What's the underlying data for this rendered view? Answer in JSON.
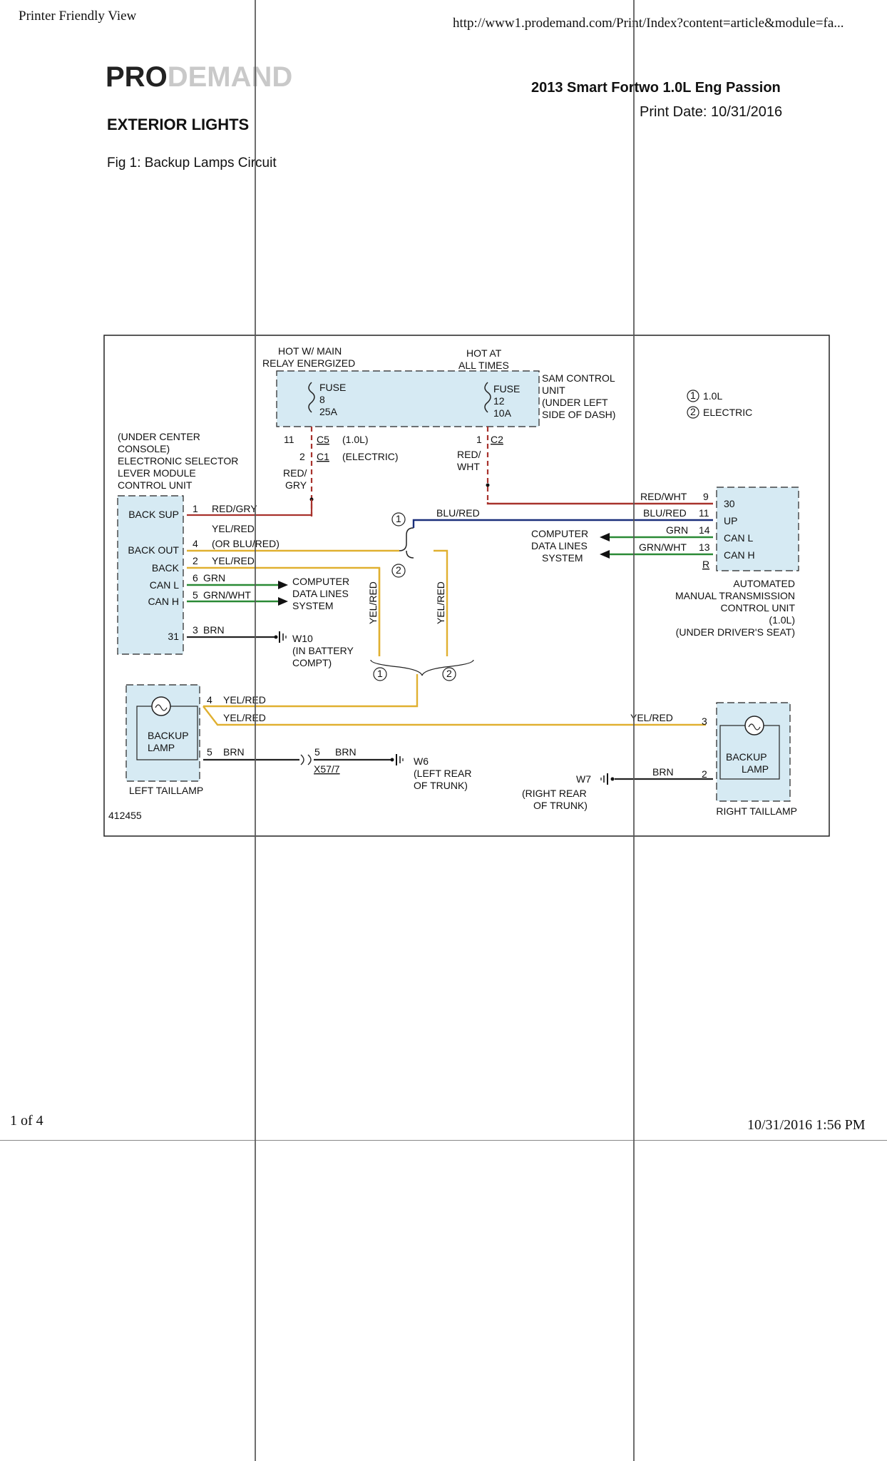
{
  "header": {
    "left": "Printer Friendly View",
    "url": "http://www1.prodemand.com/Print/Index?content=article&module=fa...",
    "logo_dark": "PRO",
    "logo_light": "DEMAND",
    "vehicle": "2013 Smart Fortwo 1.0L Eng Passion",
    "print_date": "Print Date: 10/31/2016",
    "section": "EXTERIOR LIGHTS",
    "figure": "Fig 1: Backup Lamps Circuit"
  },
  "footer": {
    "page": "1 of 4",
    "datetime": "10/31/2016 1:56 PM"
  },
  "diagram": {
    "figure_id": "412455",
    "hot_main_1": "HOT W/ MAIN",
    "hot_main_2": "RELAY ENERGIZED",
    "hot_always_1": "HOT AT",
    "hot_always_2": "ALL TIMES",
    "fuse8": [
      "FUSE",
      "8",
      "25A"
    ],
    "fuse12": [
      "FUSE",
      "12",
      "10A"
    ],
    "sam": [
      "SAM CONTROL",
      "UNIT",
      "(UNDER LEFT",
      "SIDE OF DASH)"
    ],
    "legend": {
      "l1": "1.0L",
      "l2": "ELECTRIC",
      "n1": "1",
      "n2": "2"
    },
    "c5": {
      "pin": "11",
      "name": "C5",
      "note": "(1.0L)"
    },
    "c1": {
      "pin": "2",
      "name": "C1",
      "note": "(ELECTRIC)"
    },
    "c2": {
      "pin": "1",
      "name": "C2"
    },
    "wire_red_gry": [
      "RED/",
      "GRY"
    ],
    "wire_red_wht": [
      "RED/",
      "WHT"
    ],
    "esl": [
      "(UNDER CENTER",
      "CONSOLE)",
      "ELECTRONIC SELECTOR",
      "LEVER MODULE",
      "CONTROL UNIT"
    ],
    "esl_pins": [
      "BACK SUP",
      "BACK OUT",
      "BACK",
      "CAN L",
      "CAN H",
      "31"
    ],
    "esl_wires": {
      "p1": "1",
      "w1": "RED/GRY",
      "p4": "4",
      "w4a": "YEL/RED",
      "w4b": "(OR BLU/RED)",
      "p2": "2",
      "w2": "YEL/RED",
      "p6": "6",
      "w6": "GRN",
      "p5": "5",
      "w5": "GRN/WHT",
      "p3": "3",
      "w3": "BRN"
    },
    "comp_data_left": [
      "COMPUTER",
      "DATA LINES",
      "SYSTEM"
    ],
    "comp_data_right": [
      "COMPUTER",
      "DATA LINES",
      "SYSTEM"
    ],
    "w10": [
      "W10",
      "(IN BATTERY",
      "COMPT)"
    ],
    "blu_red": "BLU/RED",
    "vert_yel_red_1": "YEL/RED",
    "vert_yel_red_2": "YEL/RED",
    "amt_wires": {
      "w9": "RED/WHT",
      "p9": "9",
      "t9": "30",
      "w11": "BLU/RED",
      "p11": "11",
      "t11": "UP",
      "w14": "GRN",
      "p14": "14",
      "t14": "CAN L",
      "w13": "GRN/WHT",
      "p13": "13",
      "t13": "CAN H",
      "pr": "R"
    },
    "amt": [
      "AUTOMATED",
      "MANUAL TRANSMISSION",
      "CONTROL UNIT",
      "(1.0L)",
      "(UNDER DRIVER'S SEAT)"
    ],
    "left_tail": {
      "lamp": [
        "BACKUP",
        "LAMP"
      ],
      "p4": "4",
      "w4": "YEL/RED",
      "w_cross": "YEL/RED",
      "p5": "5",
      "w5": "BRN",
      "name": "LEFT TAILLAMP"
    },
    "x57": {
      "pin": "5",
      "wire": "BRN",
      "name": "X57/7"
    },
    "w6": [
      "W6",
      "(LEFT REAR",
      "OF TRUNK)"
    ],
    "right_tail": {
      "lamp": [
        "BACKUP",
        "LAMP"
      ],
      "w3": "YEL/RED",
      "p3": "3",
      "w2": "BRN",
      "p2": "2",
      "name": "RIGHT TAILLAMP"
    },
    "w7": [
      "W7",
      "(RIGHT REAR",
      "OF TRUNK)"
    ]
  }
}
